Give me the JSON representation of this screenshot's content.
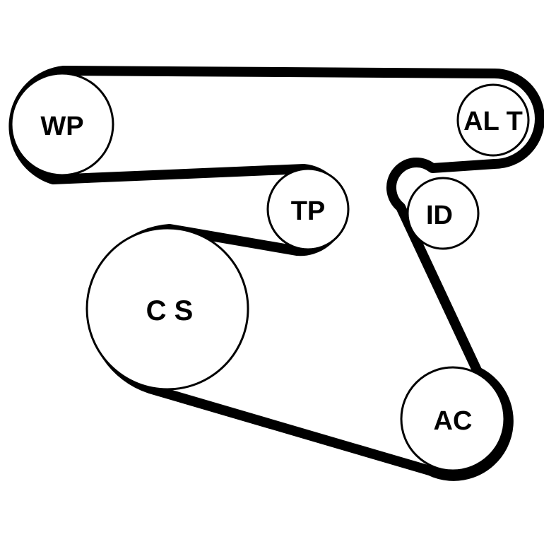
{
  "diagram": {
    "belt_color": "#000000",
    "pulley_fill": "#ffffff",
    "pulleys": [
      {
        "id": "wp",
        "label": "WP"
      },
      {
        "id": "alt",
        "label": "AL T"
      },
      {
        "id": "tp",
        "label": "TP"
      },
      {
        "id": "id",
        "label": "ID"
      },
      {
        "id": "cs",
        "label": "C S"
      },
      {
        "id": "ac",
        "label": "AC"
      }
    ]
  }
}
